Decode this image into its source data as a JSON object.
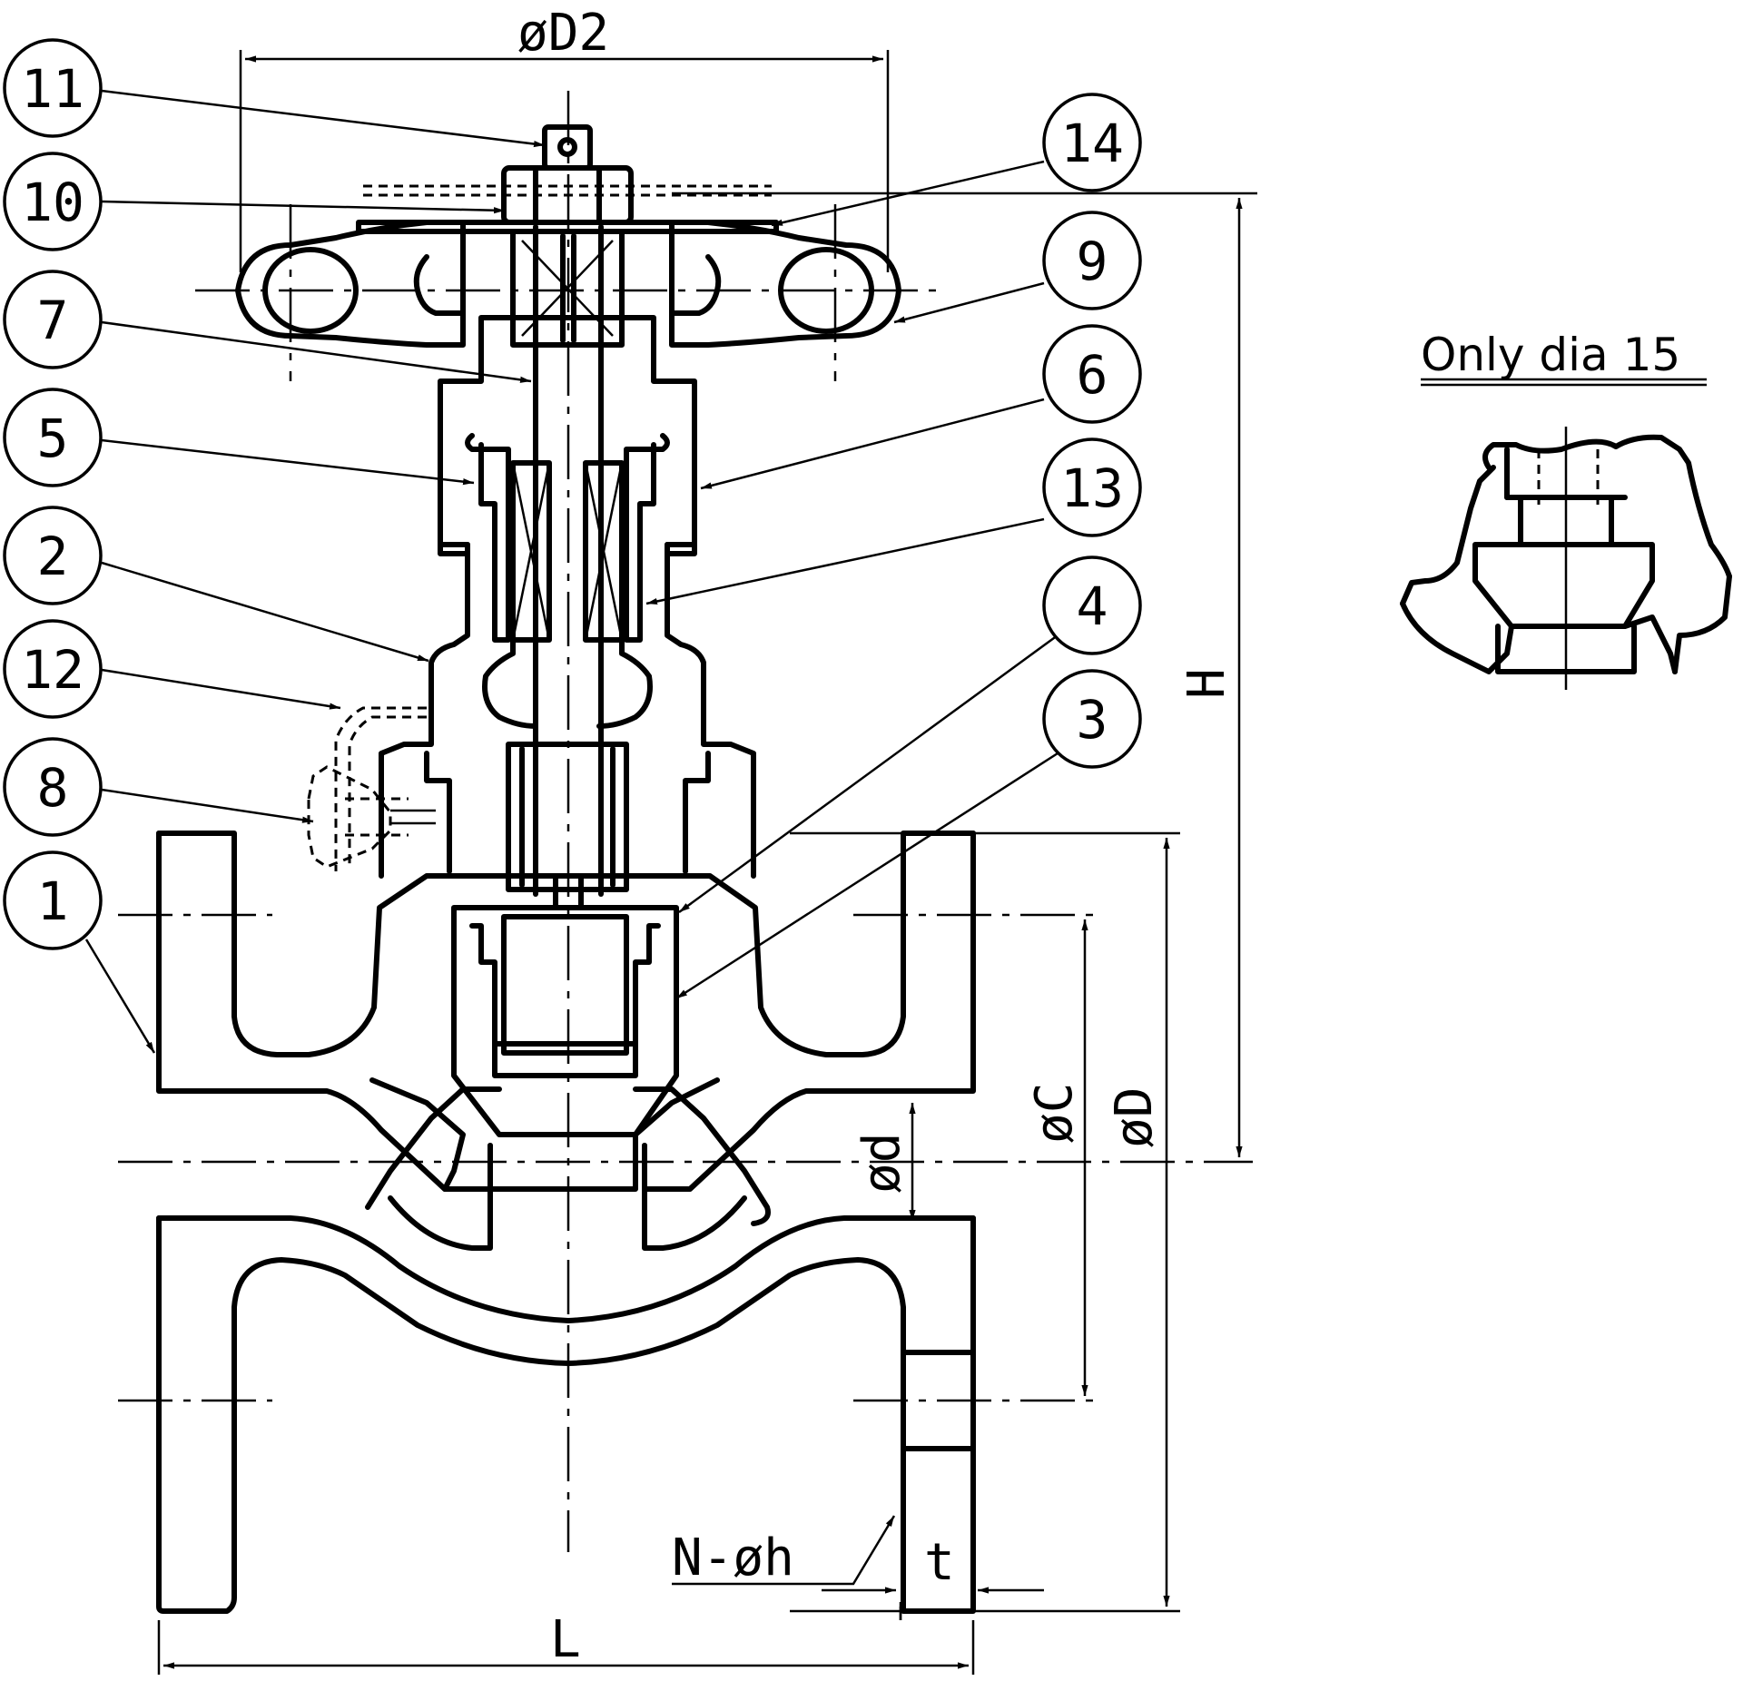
{
  "balloons": [
    {
      "id": "b11",
      "text": "11"
    },
    {
      "id": "b10",
      "text": "10"
    },
    {
      "id": "b7",
      "text": "7"
    },
    {
      "id": "b5",
      "text": "5"
    },
    {
      "id": "b2",
      "text": "2"
    },
    {
      "id": "b12",
      "text": "12"
    },
    {
      "id": "b8",
      "text": "8"
    },
    {
      "id": "b1",
      "text": "1"
    },
    {
      "id": "b14",
      "text": "14"
    },
    {
      "id": "b9",
      "text": "9"
    },
    {
      "id": "b6",
      "text": "6"
    },
    {
      "id": "b13",
      "text": "13"
    },
    {
      "id": "b4",
      "text": "4"
    },
    {
      "id": "b3",
      "text": "3"
    }
  ],
  "dimensions": {
    "handwheel_dia": "øD2",
    "height": "H",
    "bore_dia": "ød",
    "bolt_circle_dia": "øC",
    "flange_dia": "øD",
    "bolt_holes": "N-øh",
    "flange_thickness": "t",
    "length": "L"
  },
  "detail_title": "Only dia 15"
}
